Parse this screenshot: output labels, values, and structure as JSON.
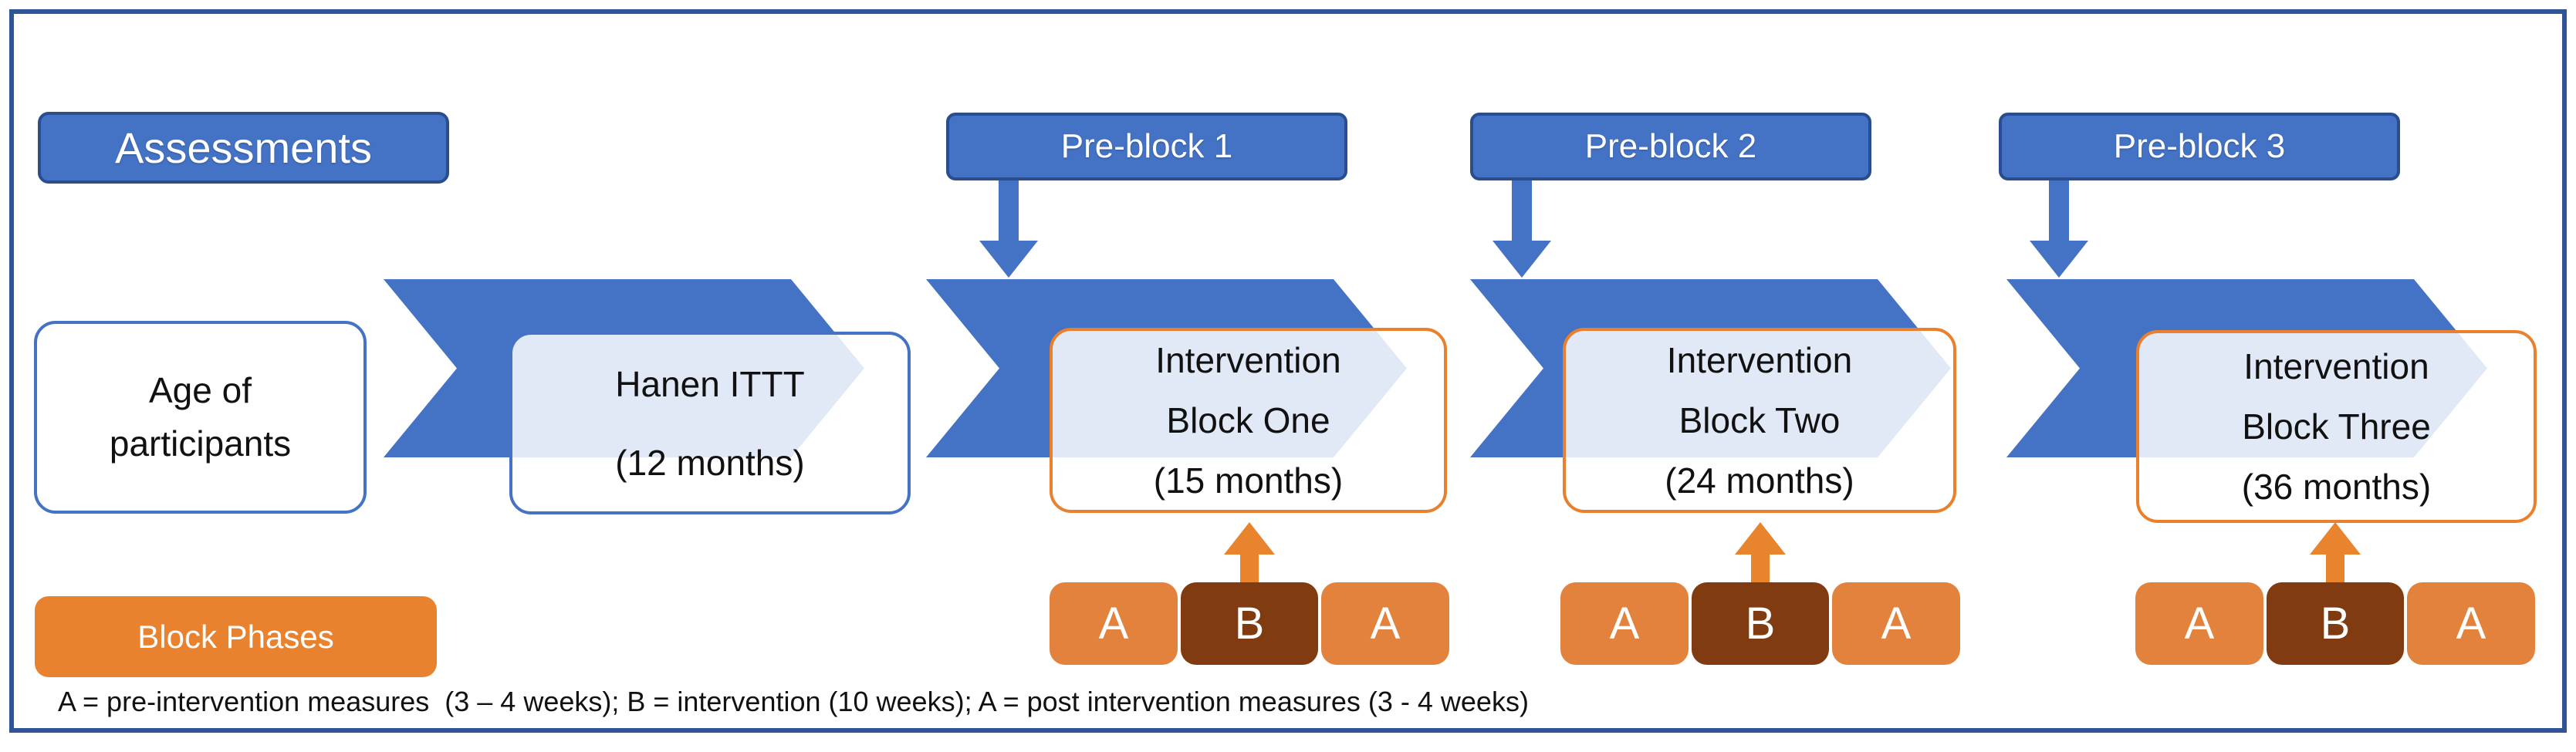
{
  "header": {
    "assessments": "Assessments",
    "block_phases": "Block Phases"
  },
  "pre_blocks": [
    {
      "label": "Pre-block 1"
    },
    {
      "label": "Pre-block 2"
    },
    {
      "label": "Pre-block 3"
    }
  ],
  "age": {
    "line1": "Age of",
    "line2": "participants"
  },
  "hanen": {
    "line1": "Hanen ITTT",
    "line2": "(12 months)"
  },
  "blocks": [
    {
      "line1": "Intervention",
      "line2": "Block One",
      "line3": "(15 months)",
      "phases": [
        "A",
        "B",
        "A"
      ]
    },
    {
      "line1": "Intervention",
      "line2": "Block Two",
      "line3": "(24 months)",
      "phases": [
        "A",
        "B",
        "A"
      ]
    },
    {
      "line1": "Intervention",
      "line2": "Block Three",
      "line3": "(36 months)",
      "phases": [
        "A",
        "B",
        "A"
      ]
    }
  ],
  "legend": {
    "text": "A = pre-intervention measures  (3 – 4 weeks); B = intervention (10 weeks); A = post intervention measures (3 - 4 weeks)"
  },
  "colors": {
    "blue": "#4472C4",
    "blue_border": "#2A4D90",
    "frame_border": "#2F5597",
    "orange": "#E8822F",
    "orange_border": "#E8802D",
    "phase_a_orange": "#E2823C",
    "phase_b_brown": "#803B10"
  }
}
